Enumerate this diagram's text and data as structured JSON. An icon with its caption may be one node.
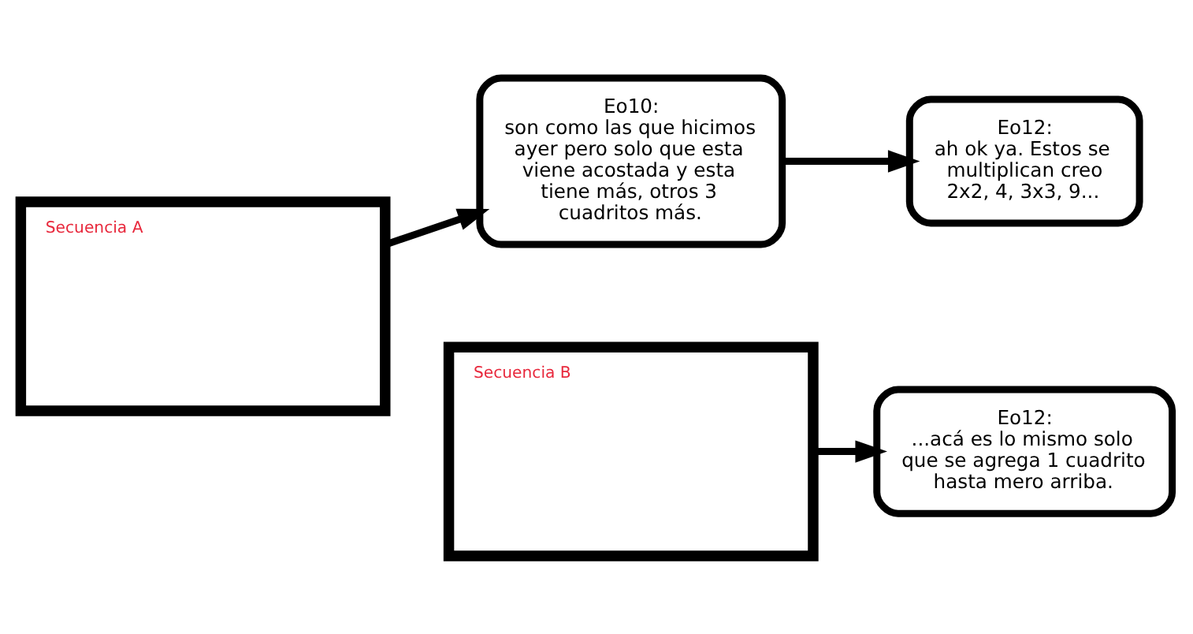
{
  "diagram": {
    "nodes": [
      {
        "text": [
          "Secuencia A"
        ]
      },
      {
        "text": [
          "Eo10:",
          "son como las que hicimos ayer pero solo que esta viene acostada y esta tiene más, otros 3 cuadritos más."
        ]
      },
      {
        "text": [
          "Eo12:",
          "ah ok ya. Estos se multiplican creo 2x2, 4, 3x3, 9..."
        ]
      },
      {
        "text": [
          "Secuencia B"
        ]
      },
      {
        "text": [
          "Eo12:",
          "...acá es lo mismo solo que se agrega 1 cuadrito hasta mero arriba."
        ]
      }
    ],
    "edges": [
      {
        "from": 0,
        "to": 1,
        "arrow": "to"
      },
      {
        "from": 1,
        "to": 2,
        "arrow": "to"
      },
      {
        "from": 3,
        "to": 4,
        "arrow": "to"
      }
    ]
  }
}
